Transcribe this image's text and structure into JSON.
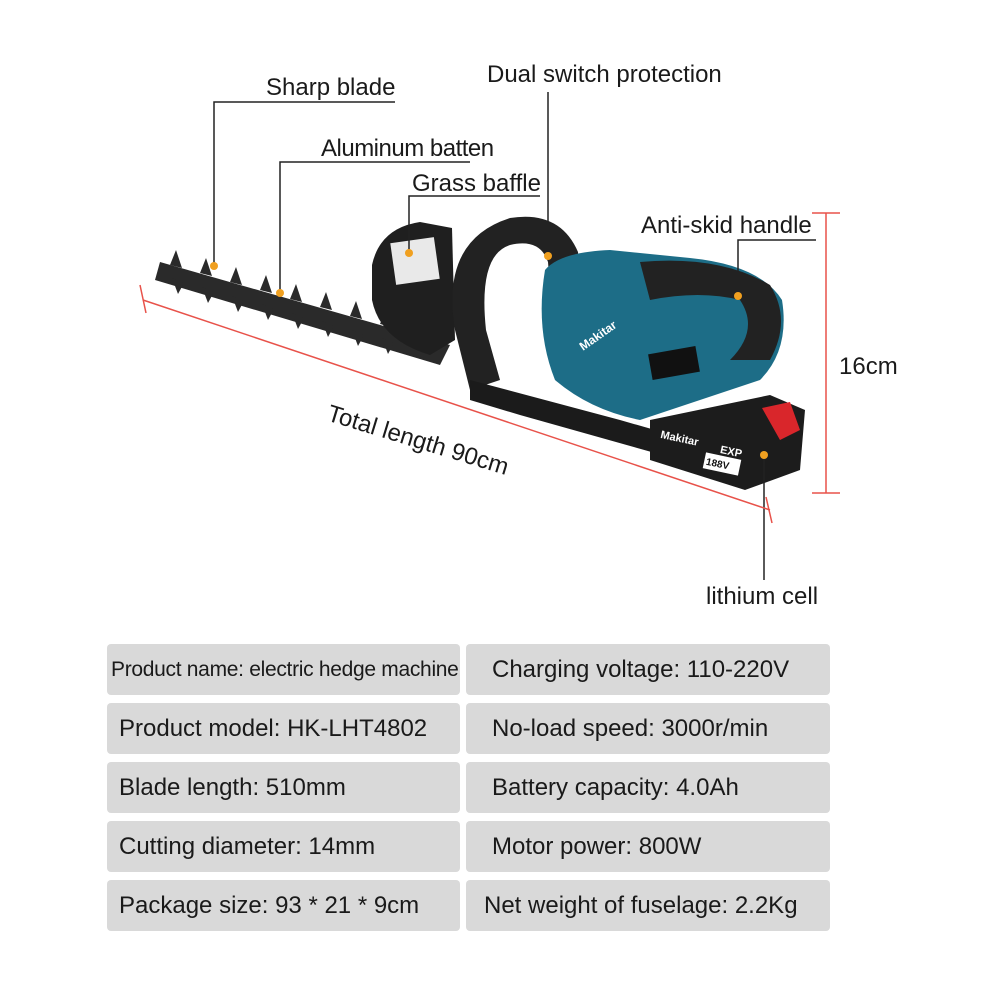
{
  "callouts": {
    "sharp_blade": "Sharp blade",
    "aluminum_batten": "Aluminum batten",
    "grass_baffle": "Grass baffle",
    "dual_switch": "Dual switch protection",
    "anti_skid": "Anti-skid handle",
    "lithium_cell": "lithium cell"
  },
  "dimensions": {
    "total_length": "Total length 90cm",
    "height": "16cm"
  },
  "product": {
    "brand_text": "Makitar",
    "battery_badge": "EXP",
    "battery_voltage": "188V"
  },
  "colors": {
    "body_teal": "#1d6d87",
    "handle_black": "#222222",
    "dimension_red": "#e8524a",
    "battery_red": "#d9262b",
    "cell_bg": "#d9d9d9"
  },
  "specs": [
    {
      "left": "Product name: electric hedge machine",
      "right": "Charging voltage: 110-220V"
    },
    {
      "left": "Product model: HK-LHT4802",
      "right": "No-load speed: 3000r/min"
    },
    {
      "left": "Blade length: 510mm",
      "right": "Battery capacity: 4.0Ah"
    },
    {
      "left": "Cutting diameter: 14mm",
      "right": "Motor power: 800W"
    },
    {
      "left": "Package size: 93 * 21 * 9cm",
      "right": "Net weight of fuselage: 2.2Kg"
    }
  ]
}
